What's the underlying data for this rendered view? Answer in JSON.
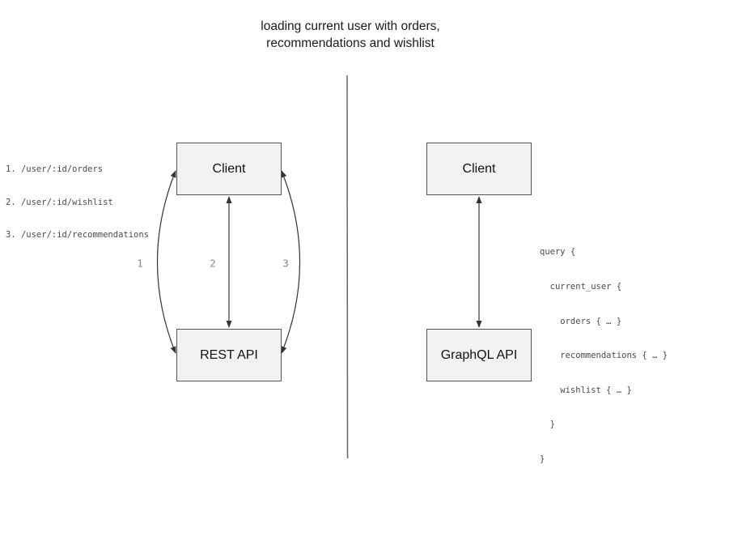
{
  "title": {
    "line1": "loading current user with orders,",
    "line2": "recommendations and wishlist"
  },
  "rest_panel": {
    "client_label": "Client",
    "api_label": "REST API",
    "endpoints": [
      "1. /user/:id/orders",
      "2. /user/:id/wishlist",
      "3. /user/:id/recommendations"
    ],
    "arrow_labels": [
      "1",
      "2",
      "3"
    ]
  },
  "graphql_panel": {
    "client_label": "Client",
    "api_label": "GraphQL API",
    "query_lines": [
      "query {",
      "  current_user {",
      "    orders { … }",
      "    recommendations { … }",
      "    wishlist { … }",
      "  }",
      "}"
    ]
  },
  "colors": {
    "background": "#ffffff",
    "box_fill": "#f2f2f2",
    "box_border": "#555555",
    "arrow": "#333333",
    "divider": "#666666",
    "code_text": "#4a4a4a",
    "number_text": "#888888",
    "title_text": "#1a1a1a"
  }
}
